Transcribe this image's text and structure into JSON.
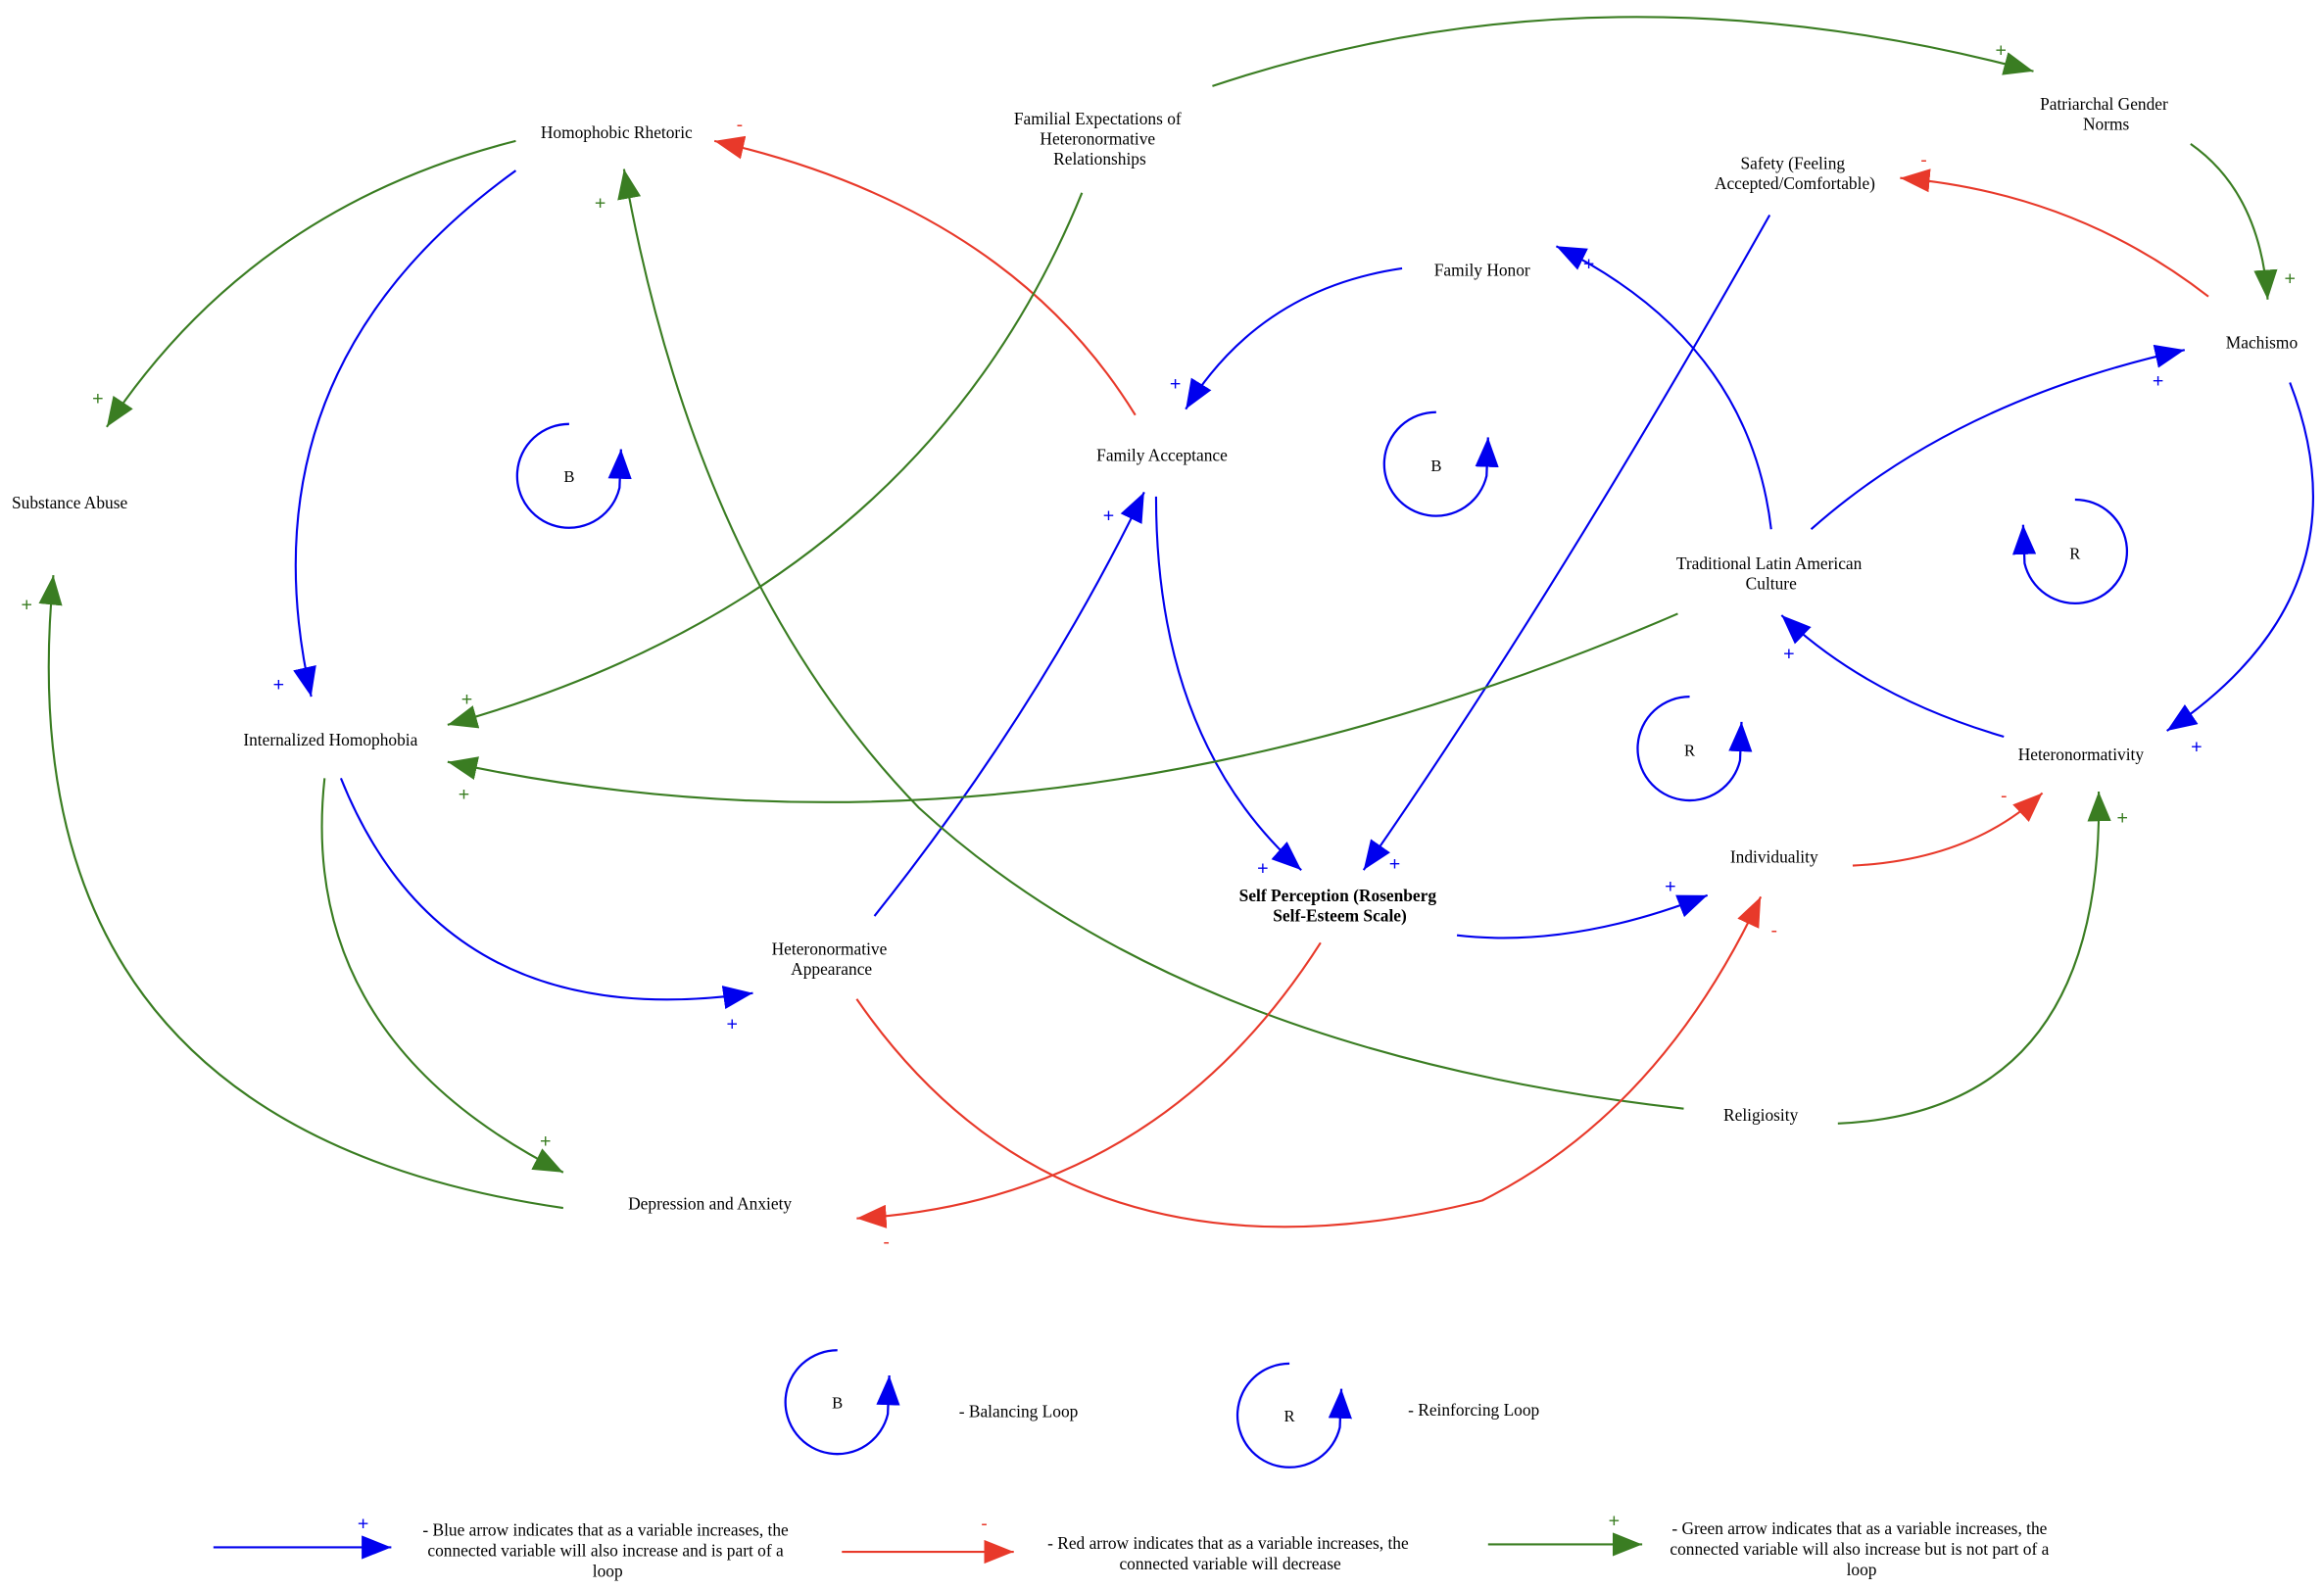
{
  "nodes": {
    "homophobic_rhetoric": "Homophobic Rhetoric",
    "familial_expectations": [
      "Familial Expectations of",
      "Heteronormative",
      "Relationships"
    ],
    "patriarchal_norms": [
      "Patriarchal Gender",
      "Norms"
    ],
    "safety": [
      "Safety (Feeling",
      "Accepted/Comfortable)"
    ],
    "family_honor": "Family Honor",
    "machismo": "Machismo",
    "substance_abuse": "Substance Abuse",
    "family_acceptance": "Family Acceptance",
    "traditional_culture": [
      "Traditional Latin American",
      "Culture"
    ],
    "internalized_homophobia": "Internalized Homophobia",
    "heteronormativity": "Heteronormativity",
    "individuality": "Individuality",
    "self_perception": [
      "Self Perception (Rosenberg",
      "Self-Esteem Scale)"
    ],
    "heteronormative_appearance": [
      "Heteronormative",
      "Appearance"
    ],
    "religiosity": "Religiosity",
    "depression_anxiety": "Depression and Anxiety"
  },
  "edges": [
    {
      "from": "Familial Expectations",
      "to": "Patriarchal Gender Norms",
      "color": "green",
      "sign": "+"
    },
    {
      "from": "Patriarchal Gender Norms",
      "to": "Machismo",
      "color": "green",
      "sign": "+"
    },
    {
      "from": "Machismo",
      "to": "Safety",
      "color": "red",
      "sign": "-"
    },
    {
      "from": "Machismo",
      "to": "Heteronormativity",
      "color": "blue",
      "sign": "+"
    },
    {
      "from": "Traditional Latin American Culture",
      "to": "Machismo",
      "color": "blue",
      "sign": "+"
    },
    {
      "from": "Traditional Latin American Culture",
      "to": "Family Honor",
      "color": "blue",
      "sign": "+"
    },
    {
      "from": "Heteronormativity",
      "to": "Traditional Latin American Culture",
      "color": "blue",
      "sign": "+"
    },
    {
      "from": "Family Honor",
      "to": "Family Acceptance",
      "color": "blue",
      "sign": "+"
    },
    {
      "from": "Family Acceptance",
      "to": "Self Perception",
      "color": "blue",
      "sign": "+"
    },
    {
      "from": "Safety",
      "to": "Self Perception",
      "color": "blue",
      "sign": "+"
    },
    {
      "from": "Heteronormative Appearance",
      "to": "Family Acceptance",
      "color": "blue",
      "sign": "+"
    },
    {
      "from": "Self Perception",
      "to": "Individuality",
      "color": "blue",
      "sign": "+"
    },
    {
      "from": "Individuality",
      "to": "Heteronormativity",
      "color": "red",
      "sign": "-"
    },
    {
      "from": "Religiosity",
      "to": "Heteronormativity",
      "color": "green",
      "sign": "+"
    },
    {
      "from": "Religiosity",
      "to": "Homophobic Rhetoric",
      "color": "green",
      "sign": "+"
    },
    {
      "from": "Family Acceptance",
      "to": "Homophobic Rhetoric",
      "color": "red",
      "sign": "-"
    },
    {
      "from": "Homophobic Rhetoric",
      "to": "Substance Abuse",
      "color": "green",
      "sign": "+"
    },
    {
      "from": "Homophobic Rhetoric",
      "to": "Internalized Homophobia",
      "color": "blue",
      "sign": "+"
    },
    {
      "from": "Familial Expectations",
      "to": "Internalized Homophobia",
      "color": "green",
      "sign": "+"
    },
    {
      "from": "Traditional Latin American Culture",
      "to": "Internalized Homophobia",
      "color": "green",
      "sign": "+"
    },
    {
      "from": "Internalized Homophobia",
      "to": "Heteronormative Appearance",
      "color": "blue",
      "sign": "+"
    },
    {
      "from": "Internalized Homophobia",
      "to": "Depression and Anxiety",
      "color": "green",
      "sign": "+"
    },
    {
      "from": "Depression and Anxiety",
      "to": "Substance Abuse",
      "color": "green",
      "sign": "+"
    },
    {
      "from": "Self Perception",
      "to": "Depression and Anxiety",
      "color": "red",
      "sign": "-"
    },
    {
      "from": "Heteronormative Appearance",
      "to": "Individuality",
      "color": "red",
      "sign": "-"
    }
  ],
  "loops": [
    "B",
    "B",
    "R",
    "R"
  ],
  "legend": {
    "balancing_symbol": "B",
    "balancing_label": "- Balancing Loop",
    "reinforcing_symbol": "R",
    "reinforcing_label": "- Reinforcing Loop",
    "blue": {
      "sign": "+",
      "lines": [
        "- Blue arrow indicates that as a variable increases, the",
        "connected variable will also increase and is part of a",
        "loop"
      ]
    },
    "red": {
      "sign": "-",
      "lines": [
        "- Red arrow indicates that as a variable increases, the",
        "connected variable will decrease"
      ]
    },
    "green": {
      "sign": "+",
      "lines": [
        "- Green arrow indicates that as a variable increases, the",
        "connected variable will also increase but is not part of a",
        "loop"
      ]
    }
  },
  "colors": {
    "blue": "#0000ee",
    "red": "#e8392a",
    "green": "#3a7d22"
  }
}
